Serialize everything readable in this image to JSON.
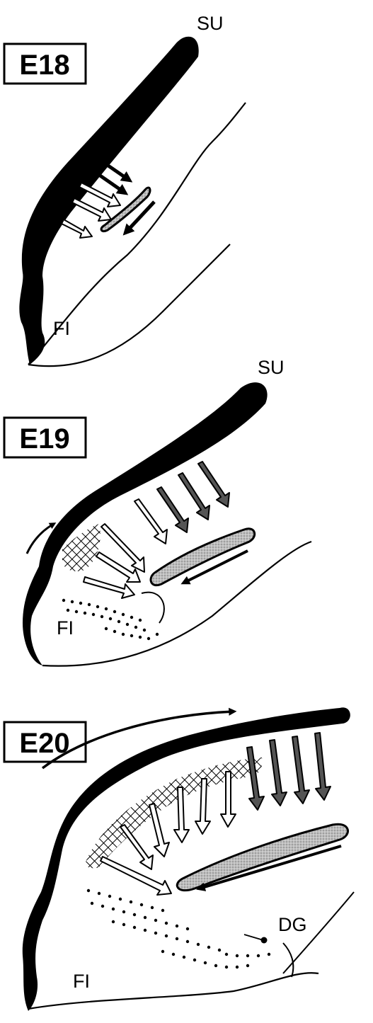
{
  "panels": [
    {
      "stage": "E18",
      "top_label": "SU",
      "bottom_label": "FI"
    },
    {
      "stage": "E19",
      "top_label": "SU",
      "bottom_label": "FI"
    },
    {
      "stage": "E20",
      "bottom_label": "FI",
      "extra_label": "DG"
    }
  ]
}
